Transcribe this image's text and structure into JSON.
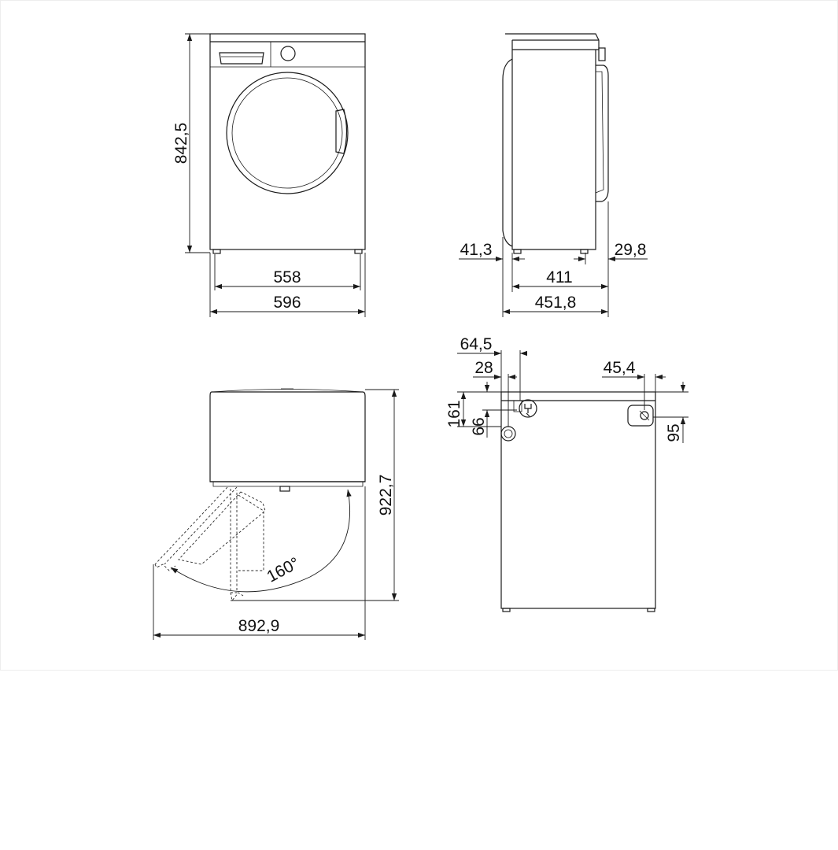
{
  "dimensions": {
    "height": "842,5",
    "width_feet": "558",
    "width": "596",
    "side_front_offset": "41,3",
    "side_back_offset": "29,8",
    "side_feet_depth": "411",
    "side_depth": "451,8",
    "door_angle": "160°",
    "door_open_depth": "922,7",
    "door_open_width": "892,9",
    "back_x_outer": "64,5",
    "back_x_inner": "28",
    "back_x_right": "45,4",
    "back_y_161": "161",
    "back_y_66": "66",
    "back_y_95": "95"
  },
  "colors": {
    "line": "#1a1a1a",
    "background": "#ffffff"
  }
}
